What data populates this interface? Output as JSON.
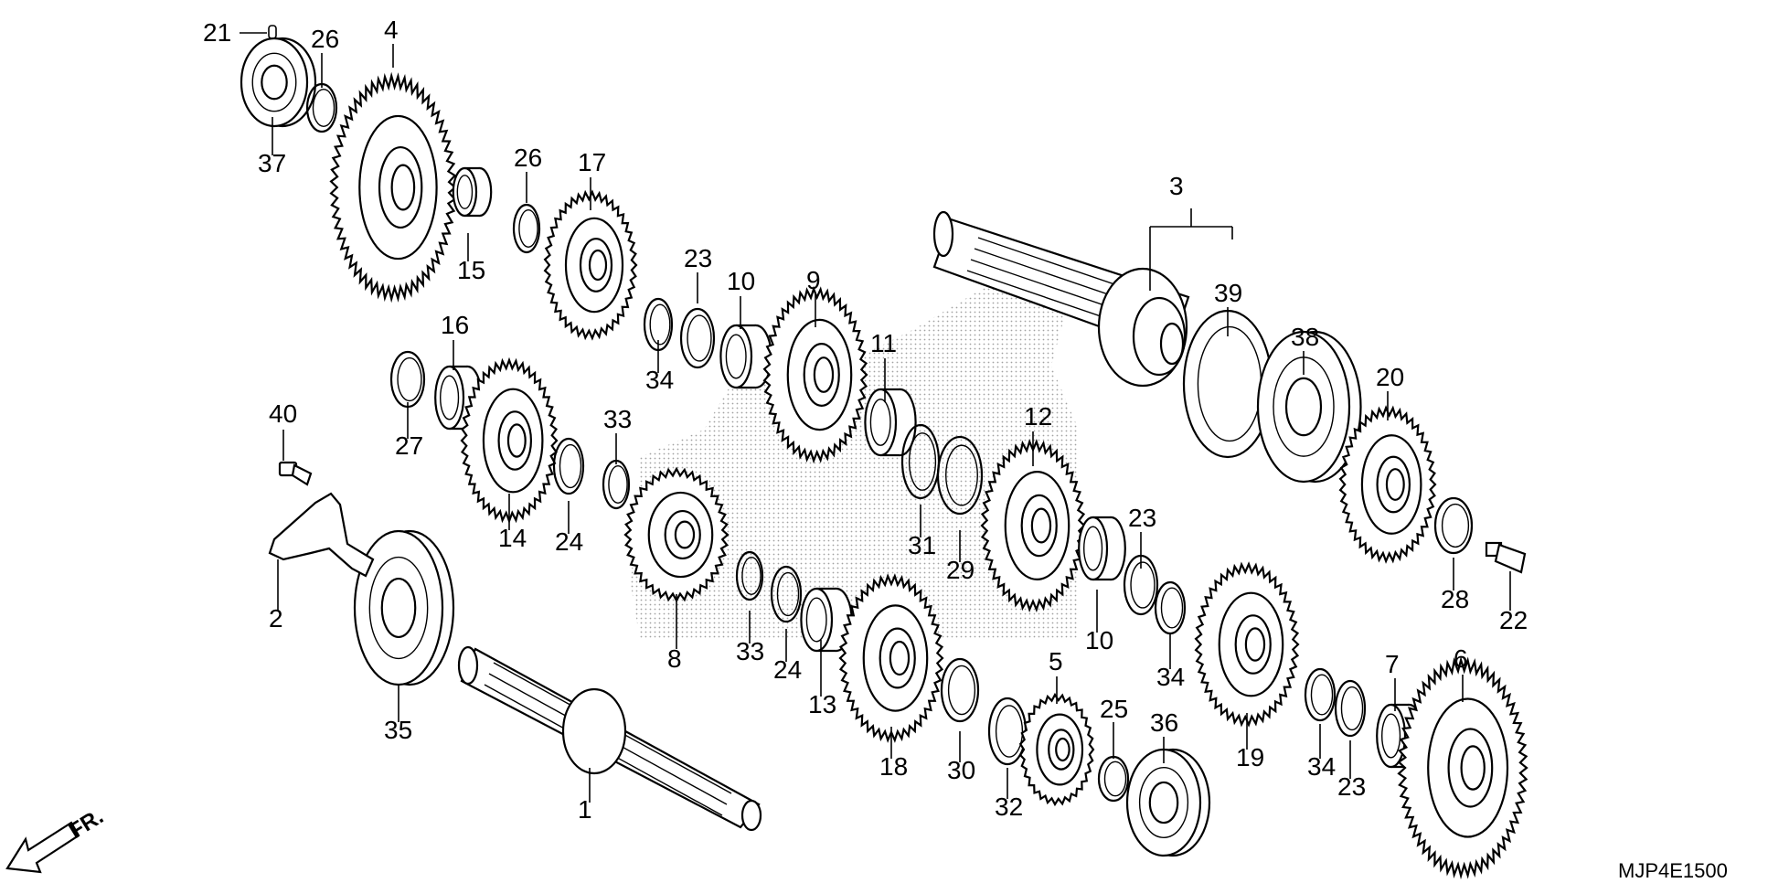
{
  "callouts": [
    {
      "id": "c1",
      "text": "1"
    },
    {
      "id": "c2",
      "text": "2"
    },
    {
      "id": "c3",
      "text": "3"
    },
    {
      "id": "c4",
      "text": "4"
    },
    {
      "id": "c5",
      "text": "5"
    },
    {
      "id": "c6",
      "text": "6"
    },
    {
      "id": "c7",
      "text": "7"
    },
    {
      "id": "c8",
      "text": "8"
    },
    {
      "id": "c9",
      "text": "9"
    },
    {
      "id": "c10a",
      "text": "10"
    },
    {
      "id": "c10b",
      "text": "10"
    },
    {
      "id": "c11",
      "text": "11"
    },
    {
      "id": "c12",
      "text": "12"
    },
    {
      "id": "c13",
      "text": "13"
    },
    {
      "id": "c14",
      "text": "14"
    },
    {
      "id": "c15",
      "text": "15"
    },
    {
      "id": "c16",
      "text": "16"
    },
    {
      "id": "c17",
      "text": "17"
    },
    {
      "id": "c18",
      "text": "18"
    },
    {
      "id": "c19",
      "text": "19"
    },
    {
      "id": "c20",
      "text": "20"
    },
    {
      "id": "c21",
      "text": "21"
    },
    {
      "id": "c22",
      "text": "22"
    },
    {
      "id": "c23a",
      "text": "23"
    },
    {
      "id": "c23b",
      "text": "23"
    },
    {
      "id": "c23c",
      "text": "23"
    },
    {
      "id": "c24a",
      "text": "24"
    },
    {
      "id": "c24b",
      "text": "24"
    },
    {
      "id": "c25",
      "text": "25"
    },
    {
      "id": "c26a",
      "text": "26"
    },
    {
      "id": "c26b",
      "text": "26"
    },
    {
      "id": "c27",
      "text": "27"
    },
    {
      "id": "c28",
      "text": "28"
    },
    {
      "id": "c29",
      "text": "29"
    },
    {
      "id": "c30",
      "text": "30"
    },
    {
      "id": "c31",
      "text": "31"
    },
    {
      "id": "c32",
      "text": "32"
    },
    {
      "id": "c33a",
      "text": "33"
    },
    {
      "id": "c33b",
      "text": "33"
    },
    {
      "id": "c34a",
      "text": "34"
    },
    {
      "id": "c34b",
      "text": "34"
    },
    {
      "id": "c34c",
      "text": "34"
    },
    {
      "id": "c35",
      "text": "35"
    },
    {
      "id": "c36",
      "text": "36"
    },
    {
      "id": "c37",
      "text": "37"
    },
    {
      "id": "c38",
      "text": "38"
    },
    {
      "id": "c39",
      "text": "39"
    },
    {
      "id": "c40",
      "text": "40"
    }
  ],
  "direction_label": "FR.",
  "diagram_code": "MJP4E1500",
  "colors": {
    "ink": "#000000",
    "paper": "#ffffff",
    "stipple": "#555555"
  }
}
